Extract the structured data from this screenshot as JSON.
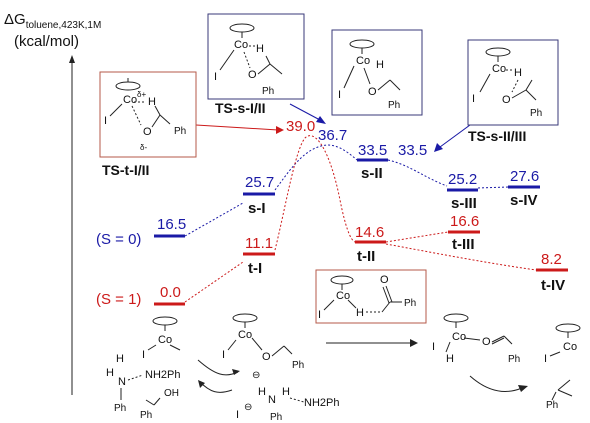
{
  "axis": {
    "label_prefix": "ΔG",
    "label_sub": "toluene,423K,1M",
    "label_units": "(kcal/mol)"
  },
  "spin_states": {
    "singlet": "(S = 0)",
    "triplet": "(S = 1)"
  },
  "colors": {
    "singlet": "#1a1aa6",
    "triplet": "#cc1a1a",
    "ts_box_triplet": "#b55a4a",
    "ts_box_singlet": "#3a3a7a"
  },
  "levels": {
    "s0": {
      "value": "16.5",
      "label": ""
    },
    "s1": {
      "value": "25.7",
      "label": "s-I"
    },
    "s2": {
      "value": "33.5",
      "label": "s-II"
    },
    "s3": {
      "value": "25.2",
      "label": "s-III"
    },
    "s4": {
      "value": "27.6",
      "label": "s-IV"
    },
    "t0": {
      "value": "0.0",
      "label": ""
    },
    "t1": {
      "value": "11.1",
      "label": "t-I"
    },
    "t2": {
      "value": "14.6",
      "label": "t-II"
    },
    "t3": {
      "value": "16.6",
      "label": "t-III"
    },
    "t4": {
      "value": "8.2",
      "label": "t-IV"
    }
  },
  "transition_states": {
    "ts_t_I_II": {
      "value": "39.0",
      "label": "TS-t-I/II"
    },
    "ts_s_I_II": {
      "value": "36.7",
      "label": "TS-s-I/II"
    },
    "ts_s_II_III": {
      "value": "33.5",
      "label": "TS-s-II/III"
    }
  },
  "structure_text": {
    "co": "Co",
    "i": "I",
    "h": "H",
    "o": "O",
    "ph": "Ph",
    "delta_plus": "δ+",
    "delta_minus": "δ-",
    "nh2ph": "NH2Ph",
    "n": "N",
    "oh": "OH",
    "minus": "⊖"
  }
}
